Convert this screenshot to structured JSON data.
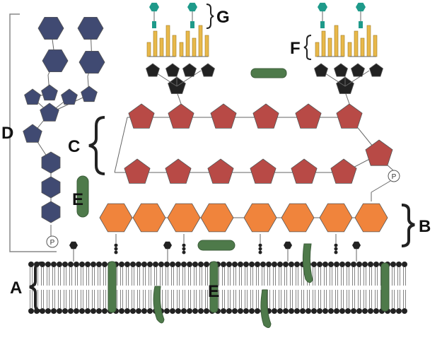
{
  "labels": {
    "A": "A",
    "B": "B",
    "C": "C",
    "D": "D",
    "E": "E",
    "F": "F",
    "G": "G"
  },
  "phosphate_symbol": "P",
  "colors": {
    "navy": "#404a72",
    "orange": "#f0843c",
    "red": "#b84a46",
    "black": "#222222",
    "yellow": "#e8b84a",
    "teal": "#1e9a8a",
    "green": "#4e7a4a",
    "line": "#666666"
  }
}
